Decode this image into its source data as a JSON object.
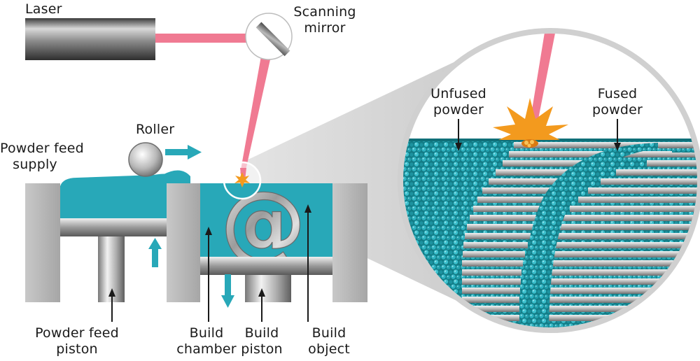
{
  "labels": {
    "laser": "Laser",
    "scanning_mirror": [
      "Scanning",
      "mirror"
    ],
    "roller": "Roller",
    "powder_feed_supply": [
      "Powder feed",
      "supply"
    ],
    "unfused_powder": [
      "Unfused",
      "powder"
    ],
    "fused_powder": [
      "Fused",
      "powder"
    ],
    "powder_feed_piston": [
      "Powder feed",
      "piston"
    ],
    "build_chamber": [
      "Build",
      "chamber"
    ],
    "build_piston": [
      "Build",
      "piston"
    ],
    "build_object": [
      "Build",
      "object"
    ],
    "object_symbol": "@"
  },
  "colors": {
    "powder": "#28a8b8",
    "powder_dark": "#0f6f78",
    "laser_beam": "#f07a92",
    "spark": "#f39a1e",
    "metal_light": "#e8e8e8",
    "metal_mid": "#a8a8a8",
    "metal_dark": "#6a6a6a",
    "text": "#1a1a1a"
  }
}
